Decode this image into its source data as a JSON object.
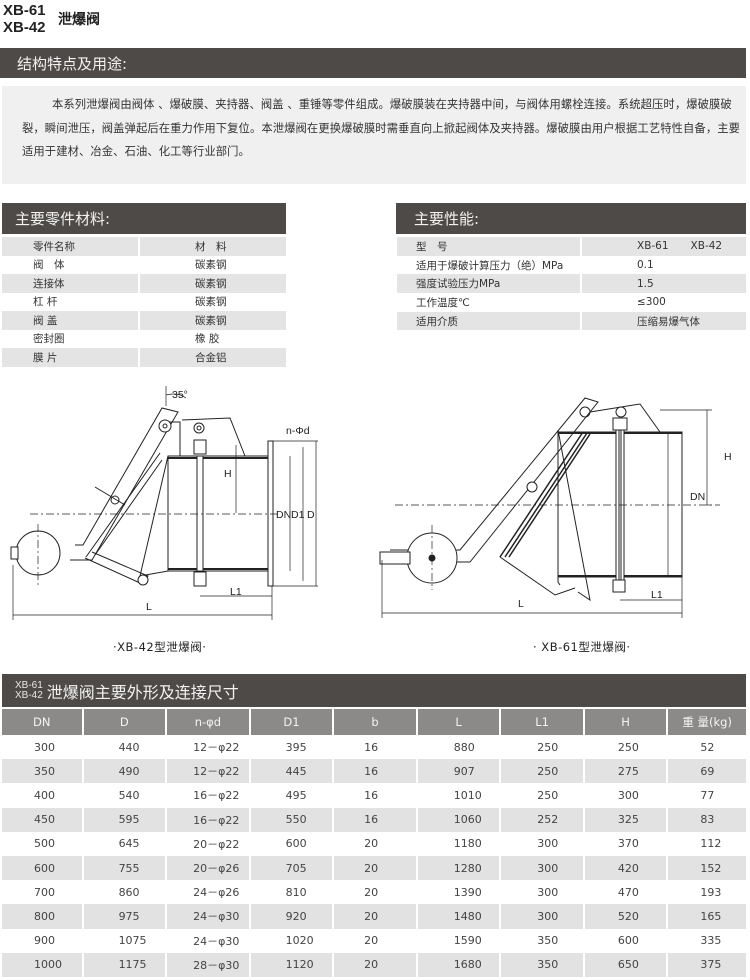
{
  "title": {
    "model_1": "XB-61",
    "model_2": "XB-42",
    "name": "泄爆阀"
  },
  "section_structure": {
    "heading": "结构特点及用途:",
    "text": "本系列泄爆阀由阀体 、爆破膜、夹持器、阀盖 、重锤等零件组成。爆破膜装在夹持器中间，与阀体用螺栓连接。系统超压时，爆破膜破裂，瞬间泄压，阀盖弹起后在重力作用下复位。本泄爆阀在更换爆破膜时需垂直向上掀起阀体及夹持器。爆破膜由用户根据工艺特性自备，主要适用于建材、冶金、石油、化工等行业部门。"
  },
  "section_materials": {
    "heading": "主要零件材料:",
    "header": [
      "零件名称",
      "材　料"
    ],
    "rows": [
      [
        "阀　体",
        "碳素钢"
      ],
      [
        "连接体",
        "碳素钢"
      ],
      [
        "杠 杆",
        "碳素钢"
      ],
      [
        "阀 盖",
        "碳素钢"
      ],
      [
        "密封圈",
        "橡 胶"
      ],
      [
        "膜 片",
        "合金铝"
      ]
    ]
  },
  "section_performance": {
    "heading": "主要性能:",
    "header": [
      "型　号",
      "XB-61",
      "XB-42"
    ],
    "rows": [
      [
        "适用于爆破计算压力（绝）MPa",
        "0.1"
      ],
      [
        "强度试验压力MPa",
        "1.5"
      ],
      [
        "工作温度℃",
        "≤300"
      ],
      [
        "适用介质",
        "压缩易爆气体"
      ]
    ]
  },
  "drawings": {
    "left": {
      "caption": "·XB-42型泄爆阀·",
      "labels": {
        "angle": "35°",
        "bolts": "n-Φd",
        "h": "H",
        "dn": "DN",
        "d1": "D1",
        "d": "D",
        "l1": "L1",
        "l": "L"
      }
    },
    "right": {
      "caption": "· XB-61型泄爆阀·",
      "labels": {
        "h": "H",
        "dn": "DN",
        "l1": "L1",
        "l": "L"
      }
    }
  },
  "section_dimensions": {
    "heading_models_1": "XB-61",
    "heading_models_2": "XB-42",
    "heading": "泄爆阀主要外形及连接尺寸",
    "columns": [
      "DN",
      "D",
      "n-φd",
      "D1",
      "b",
      "L",
      "L1",
      "H",
      "重 量(kg)"
    ],
    "rows": [
      [
        "300",
        "440",
        "12－φ22",
        "395",
        "16",
        "880",
        "250",
        "250",
        "52"
      ],
      [
        "350",
        "490",
        "12－φ22",
        "445",
        "16",
        "907",
        "250",
        "275",
        "69"
      ],
      [
        "400",
        "540",
        "16－φ22",
        "495",
        "16",
        "1010",
        "250",
        "300",
        "77"
      ],
      [
        "450",
        "595",
        "16－φ22",
        "550",
        "16",
        "1060",
        "252",
        "325",
        "83"
      ],
      [
        "500",
        "645",
        "20－φ22",
        "600",
        "20",
        "1180",
        "300",
        "370",
        "112"
      ],
      [
        "600",
        "755",
        "20－φ26",
        "705",
        "20",
        "1280",
        "300",
        "420",
        "152"
      ],
      [
        "700",
        "860",
        "24－φ26",
        "810",
        "20",
        "1390",
        "300",
        "470",
        "193"
      ],
      [
        "800",
        "975",
        "24－φ30",
        "920",
        "20",
        "1480",
        "300",
        "520",
        "165"
      ],
      [
        "900",
        "1075",
        "24－φ30",
        "1020",
        "20",
        "1590",
        "350",
        "600",
        "335"
      ],
      [
        "1000",
        "1175",
        "28－φ30",
        "1120",
        "20",
        "1680",
        "350",
        "650",
        "375"
      ]
    ]
  },
  "colors": {
    "header_bar": "#4e4a47",
    "table_header": "#8c8a89",
    "row_alt": "#e2e2e2",
    "intro_bg": "#f0f0f0"
  }
}
